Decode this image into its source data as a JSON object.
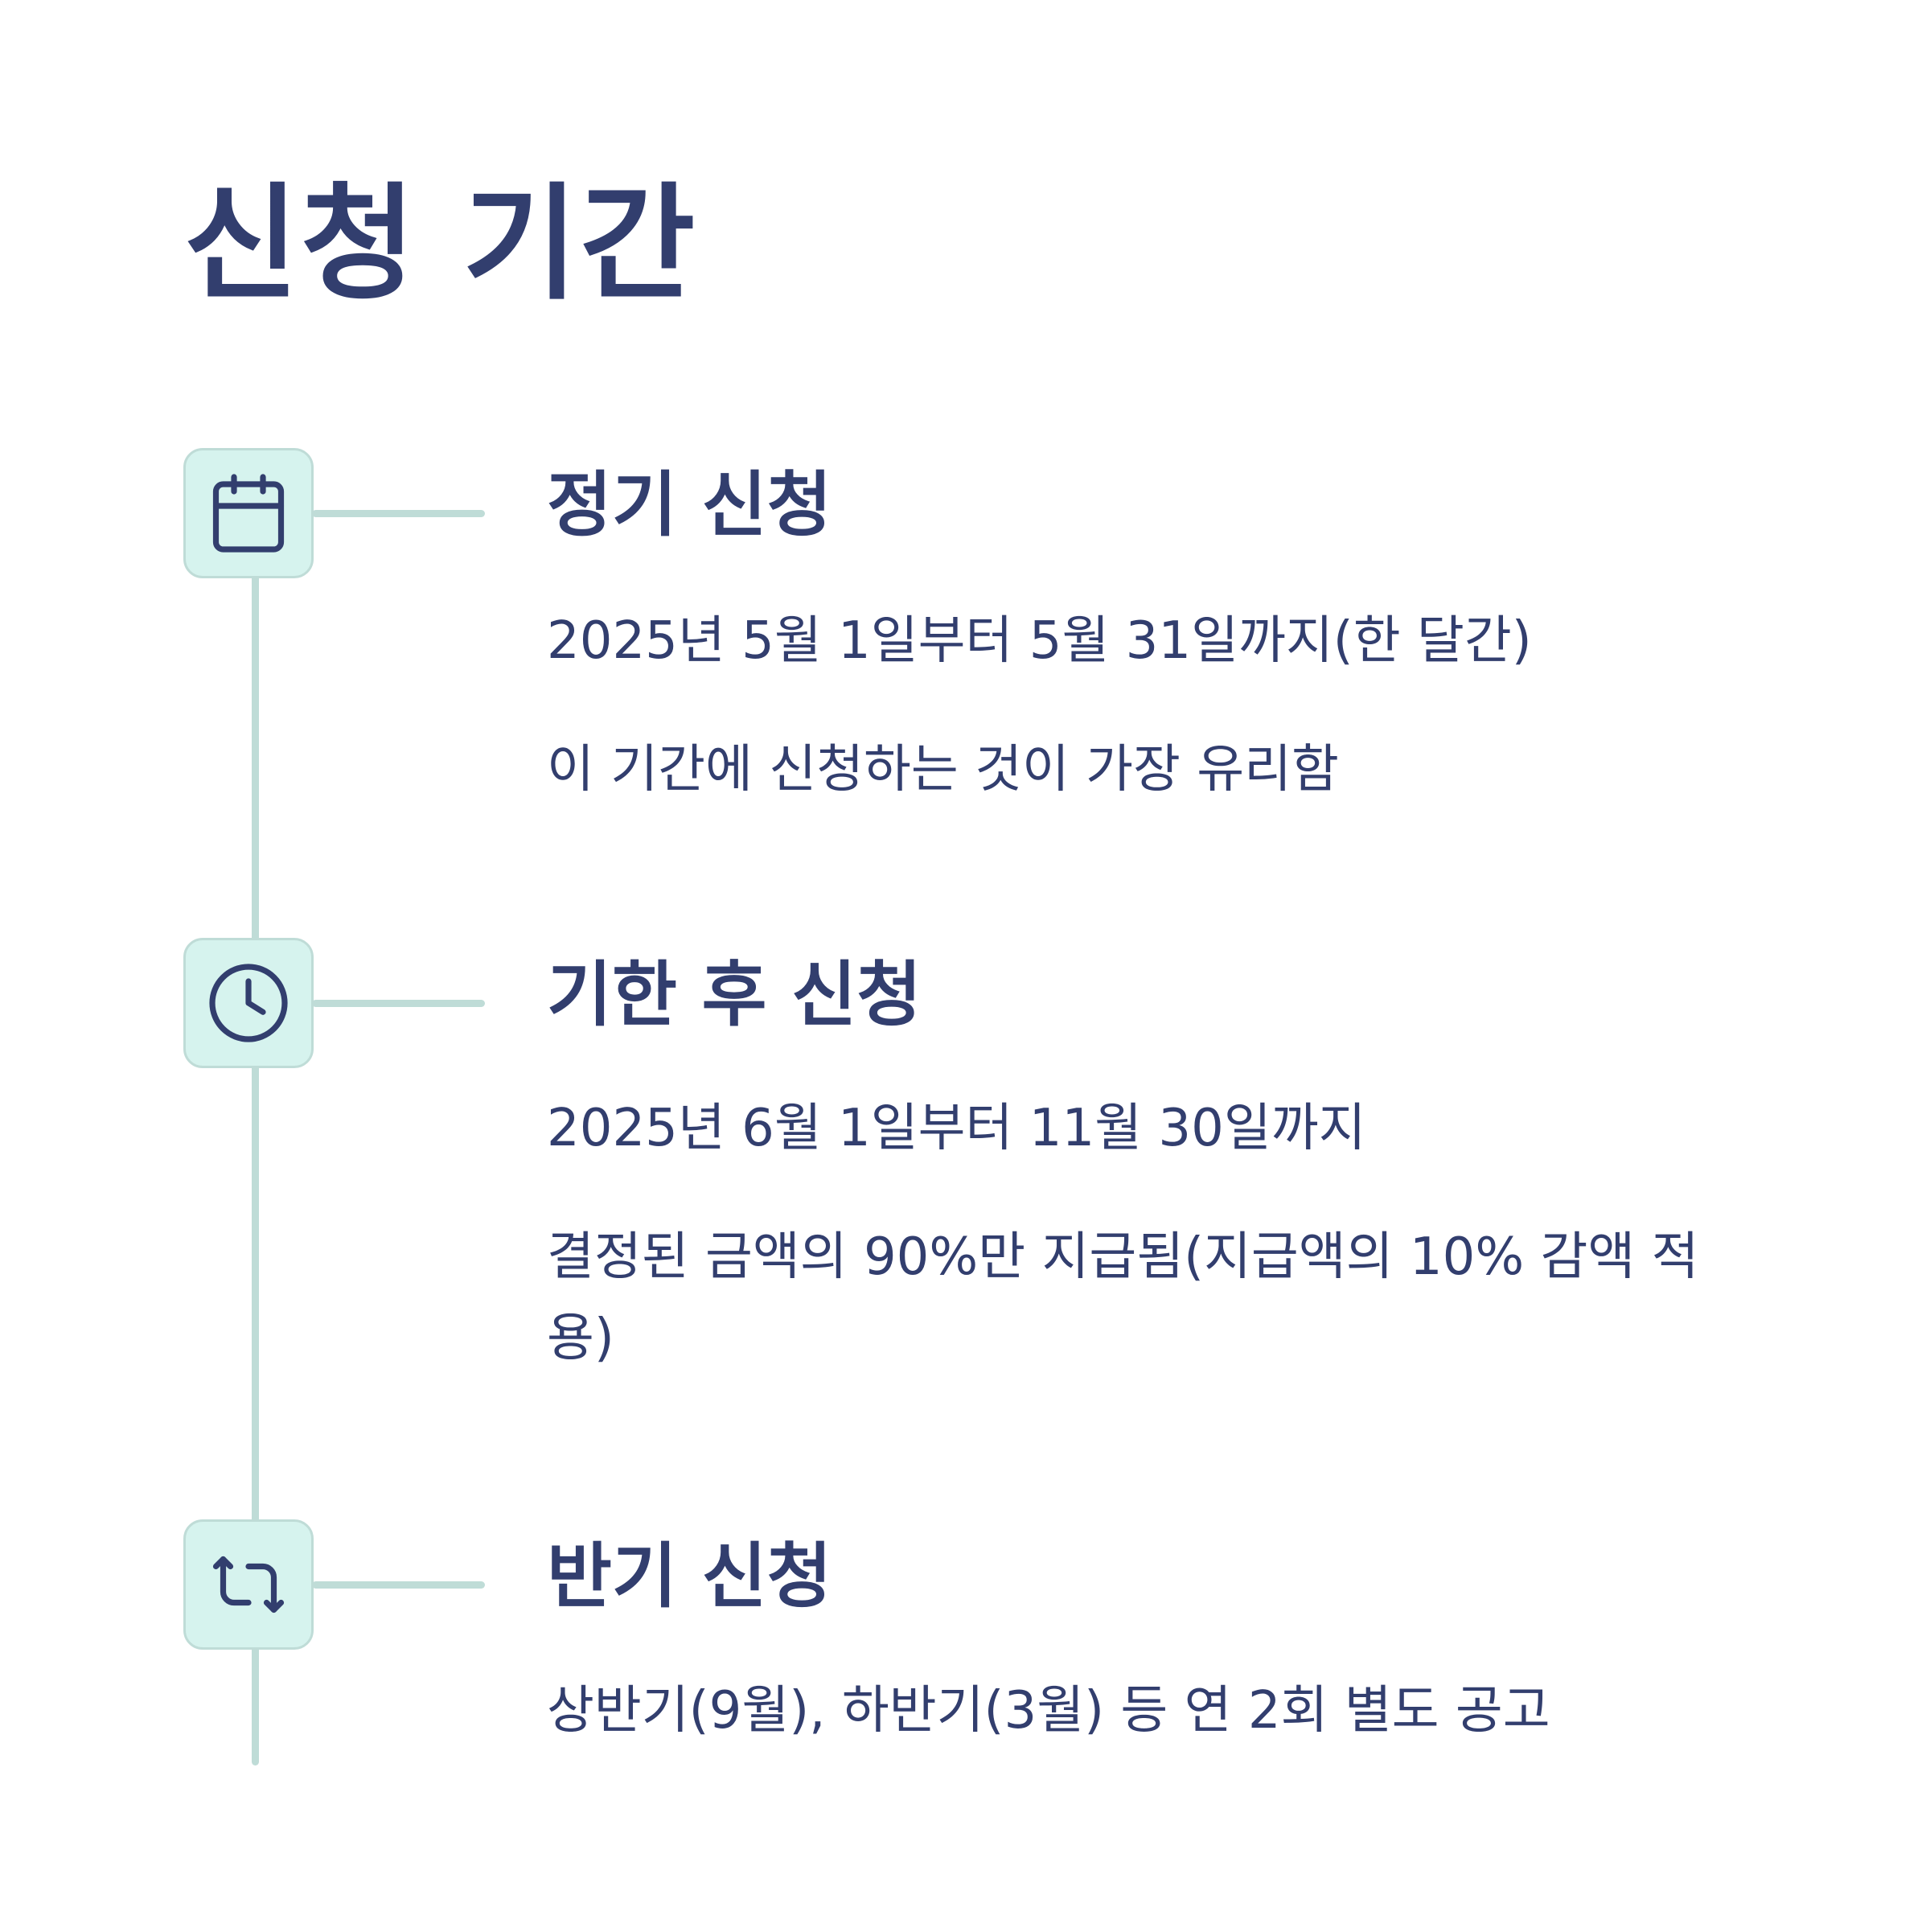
{
  "page": {
    "title": "신청 기간"
  },
  "colors": {
    "text": "#323e6e",
    "timeline_line": "#bfdcd7",
    "icon_background": "#d6f3ee"
  },
  "sections": [
    {
      "icon": "calendar-icon",
      "title": "정기 신청",
      "lines": [
        "2025년 5월 1일부터 5월 31일까지(한 달간)",
        "이 기간에 신청하는 것이 가장 유리함"
      ]
    },
    {
      "icon": "clock-icon",
      "title": "기한 후 신청",
      "lines": [
        "2025년 6월 1일부터 11월 30일까지",
        "결정된 금액의 90%만 지급됨(지급액의 10% 감액 적용)"
      ]
    },
    {
      "icon": "repeat-icon",
      "title": "반기 신청",
      "lines": [
        "상반기(9월), 하반기(3월) 등 연 2회 별도 공고"
      ]
    }
  ]
}
